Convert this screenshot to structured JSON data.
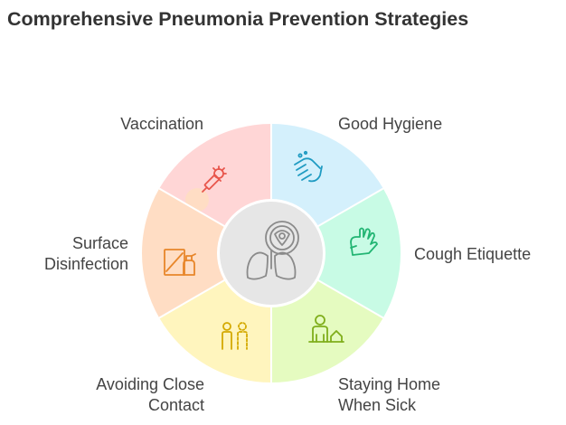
{
  "title": "Comprehensive Pneumonia Prevention Strategies",
  "center_icon": "lungs-shield-icon",
  "segments": [
    {
      "label_lines": [
        "Vaccination"
      ],
      "color": "#FFD6D6",
      "icon": "syringe-virus-icon",
      "icon_color": "#E8564C"
    },
    {
      "label_lines": [
        "Good Hygiene"
      ],
      "color": "#D4F0FC",
      "icon": "hand-washing-icon",
      "icon_color": "#1F9BC2"
    },
    {
      "label_lines": [
        "Cough Etiquette"
      ],
      "color": "#C8FBE5",
      "icon": "glove-hand-icon",
      "icon_color": "#22B573"
    },
    {
      "label_lines": [
        "Staying Home",
        "When Sick"
      ],
      "color": "#E5FBC0",
      "icon": "person-home-icon",
      "icon_color": "#7FAE1B"
    },
    {
      "label_lines": [
        "Avoiding Close",
        "Contact"
      ],
      "color": "#FFF5BE",
      "icon": "distancing-people-icon",
      "icon_color": "#D4A900"
    },
    {
      "label_lines": [
        "Surface",
        "Disinfection"
      ],
      "color": "#FFDDC4",
      "icon": "spray-bottle-icon",
      "icon_color": "#E8862A"
    }
  ],
  "center_color": "#E6E6E6",
  "center_icon_color": "#8A8A8A"
}
